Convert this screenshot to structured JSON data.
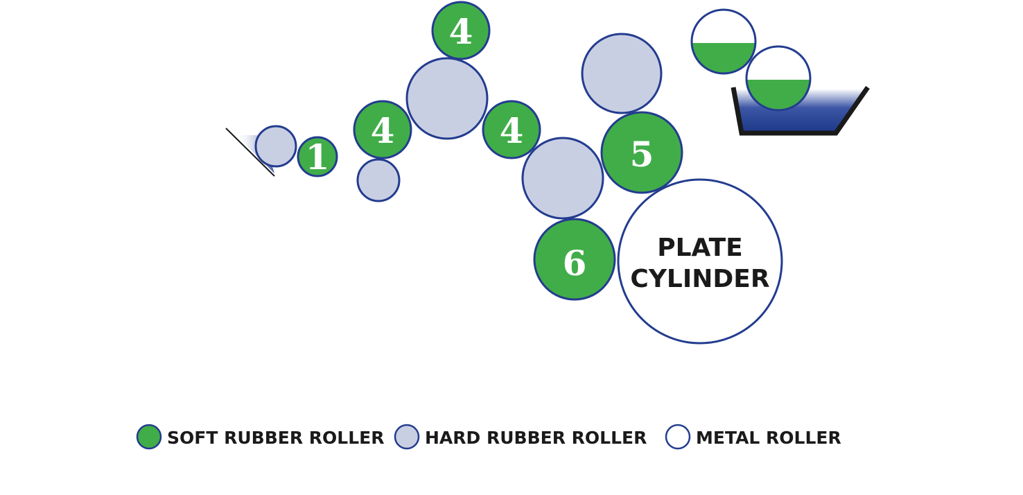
{
  "colors": {
    "soft_rubber": "#41ad49",
    "hard_rubber": "#c9cfe3",
    "metal": "#ffffff",
    "outline": "#233c8f",
    "ink_fountain": "#1f3a8a",
    "fountain_frame": "#1a1a1a"
  },
  "rollers": {
    "r1": {
      "label": "1",
      "type": "soft_rubber"
    },
    "r4a": {
      "label": "4",
      "type": "soft_rubber"
    },
    "r4b": {
      "label": "4",
      "type": "soft_rubber"
    },
    "r4c": {
      "label": "4",
      "type": "soft_rubber"
    },
    "r5": {
      "label": "5",
      "type": "soft_rubber"
    },
    "r6": {
      "label": "6",
      "type": "soft_rubber"
    }
  },
  "plate_cylinder": {
    "line1": "PLATE",
    "line2": "CYLINDER"
  },
  "legend": {
    "soft": "SOFT RUBBER ROLLER",
    "hard": "HARD RUBBER ROLLER",
    "metal": "METAL ROLLER"
  }
}
